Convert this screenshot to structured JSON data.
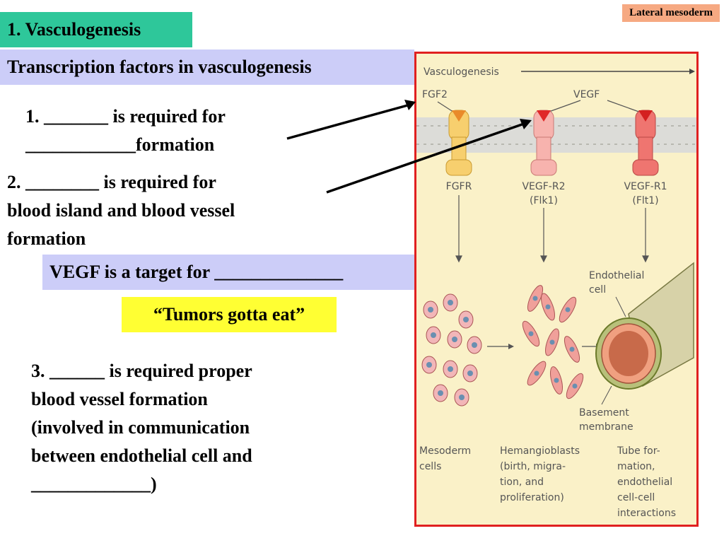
{
  "corner_tag": "Lateral mesoderm",
  "heading": "1. Vasculogenesis",
  "subheading": "Transcription factors in vasculogenesis",
  "questions": {
    "q1_line1": "1. _______ is required for",
    "q1_line2": "____________formation",
    "q2_line1": "2. ________ is required for",
    "q2_line2": "blood island and blood vessel",
    "q2_line3": "formation",
    "q3_line1": "3. ______ is required proper",
    "q3_line2": "blood vessel formation",
    "q3_line3": "(involved in communication",
    "q3_line4": "between endothelial cell and",
    "q3_line5": "_____________)"
  },
  "vegf_box": "VEGF is a target for ______________",
  "tumor_box": "“Tumors gotta eat”",
  "figure": {
    "title": "Vasculogenesis",
    "ligands": {
      "fgf2": "FGF2",
      "vegf": "VEGF"
    },
    "receptors": [
      {
        "name": "FGFR",
        "alt": "",
        "color": "#f7cf6e"
      },
      {
        "name": "VEGF-R2",
        "alt": "(Flk1)",
        "color": "#f7b3ae"
      },
      {
        "name": "VEGF-R1",
        "alt": "(Flt1)",
        "color": "#ef7570"
      }
    ],
    "endothelial_label_1": "Endothelial",
    "endothelial_label_2": "cell",
    "basement_label_1": "Basement",
    "basement_label_2": "membrane",
    "stage1": [
      "Mesoderm",
      "cells"
    ],
    "stage2": [
      "Hemangioblasts",
      "(birth, migra-",
      "tion, and",
      "proliferation)"
    ],
    "stage3": [
      "Tube for-",
      "mation,",
      "endothelial",
      "cell-cell",
      "interactions"
    ]
  }
}
